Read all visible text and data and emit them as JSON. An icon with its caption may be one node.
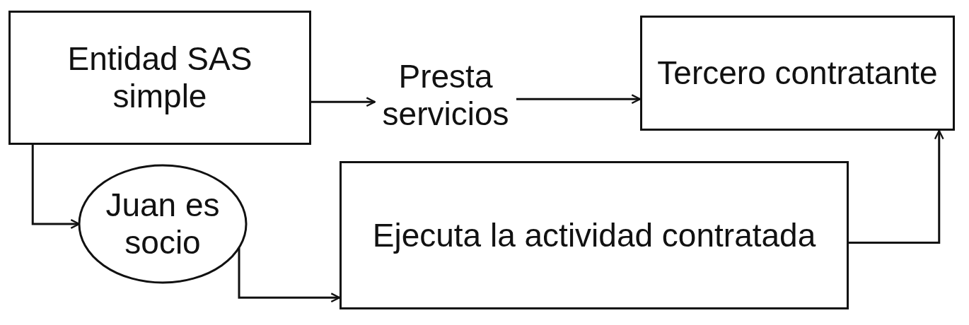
{
  "diagram": {
    "nodes": [
      {
        "text": [
          "Entidad SAS simple"
        ]
      },
      {
        "text": [
          "Presta servicios"
        ]
      },
      {
        "text": [
          "Tercero contratante"
        ]
      },
      {
        "text": [
          "Juan es socio"
        ]
      },
      {
        "text": [
          "Ejecuta la actividad contratada"
        ]
      }
    ],
    "edges": [
      {
        "from": 0,
        "to": 1,
        "arrow": "to"
      },
      {
        "from": 1,
        "to": 2,
        "arrow": "to"
      },
      {
        "from": 0,
        "to": 3,
        "arrow": "to"
      },
      {
        "from": 3,
        "to": 4,
        "arrow": "to"
      },
      {
        "from": 4,
        "to": 2,
        "arrow": "to"
      }
    ]
  }
}
